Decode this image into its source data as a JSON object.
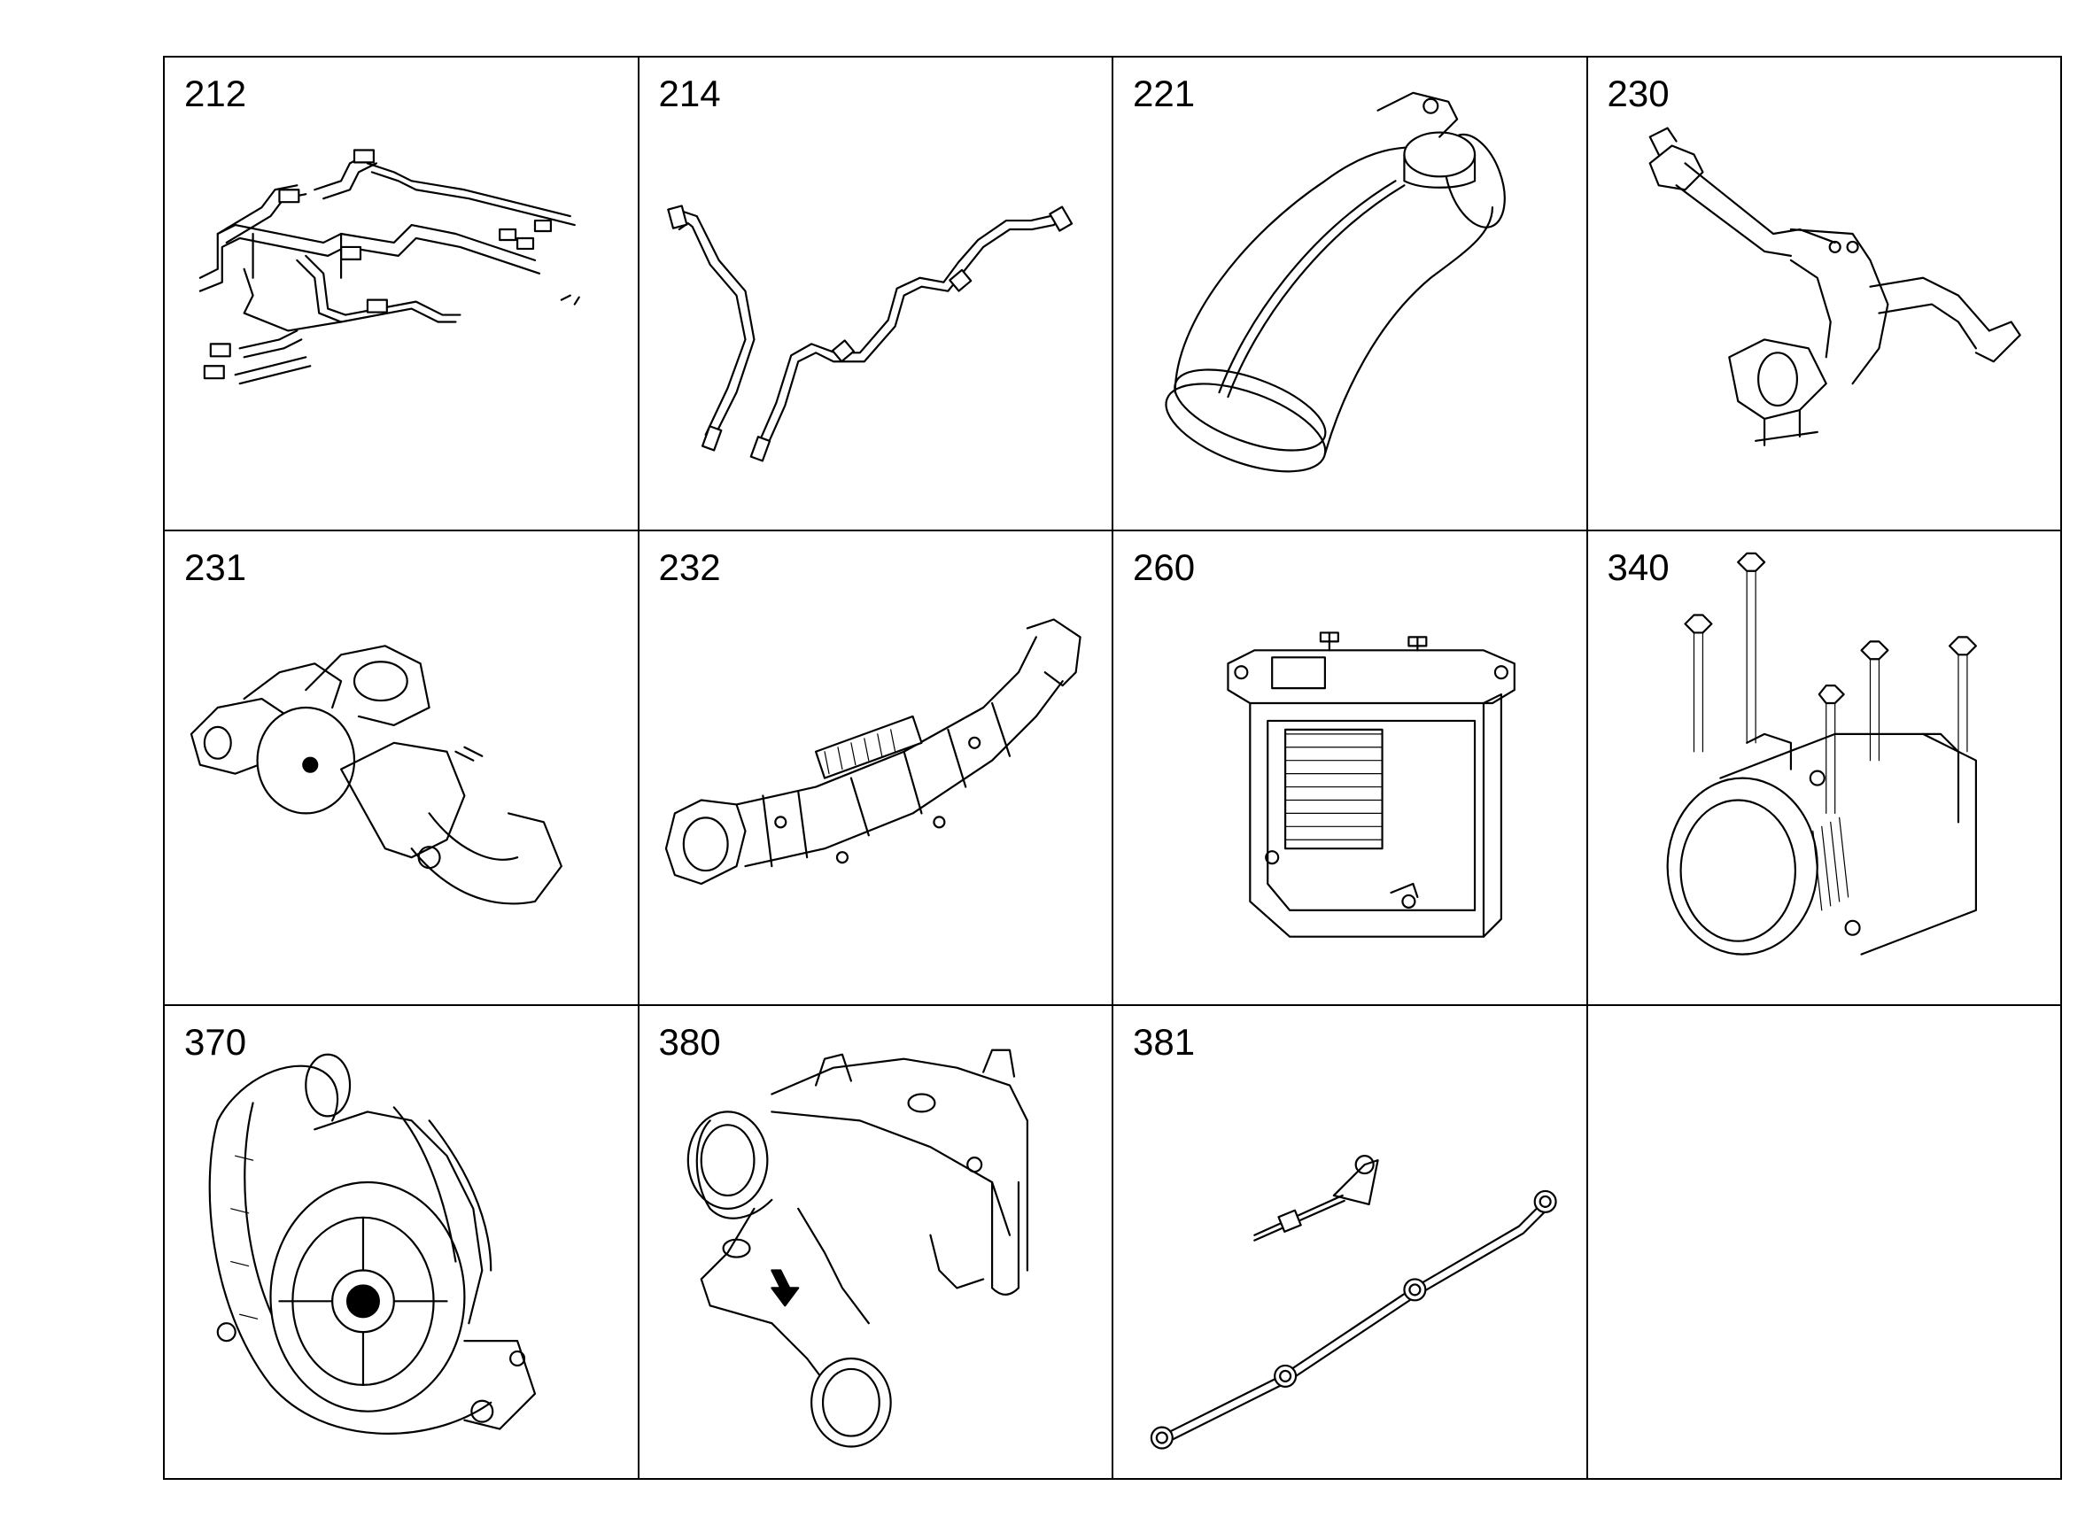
{
  "cells": [
    {
      "number": "212",
      "icon": "fuel-line-harness-icon"
    },
    {
      "number": "214",
      "icon": "pipe-line-icon"
    },
    {
      "number": "221",
      "icon": "elbow-hose-icon"
    },
    {
      "number": "230",
      "icon": "pipe-bracket-icon"
    },
    {
      "number": "231",
      "icon": "manifold-icon"
    },
    {
      "number": "232",
      "icon": "intake-manifold-icon"
    },
    {
      "number": "260",
      "icon": "heater-block-icon"
    },
    {
      "number": "340",
      "icon": "ac-compressor-icon"
    },
    {
      "number": "370",
      "icon": "turbocharger-icon"
    },
    {
      "number": "380",
      "icon": "pump-housing-icon"
    },
    {
      "number": "381",
      "icon": "rod-linkage-icon"
    },
    {
      "number": "",
      "icon": ""
    }
  ]
}
